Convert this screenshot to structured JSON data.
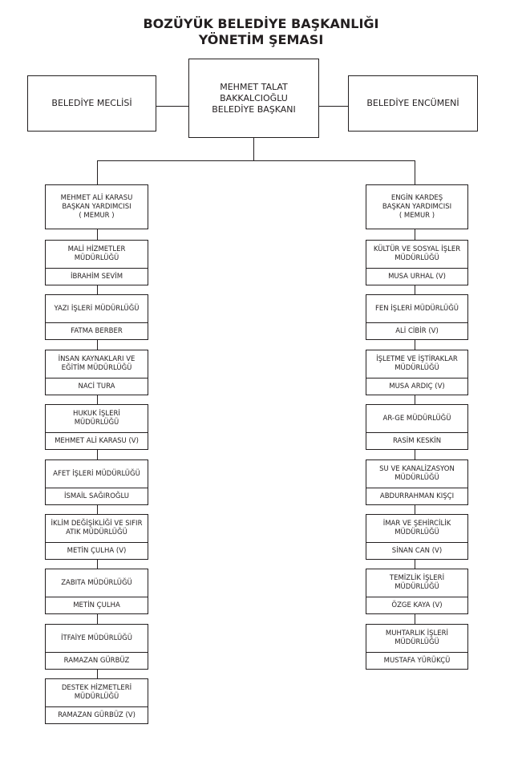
{
  "title_line1": "BOZÜYÜK BELEDİYE BAŞKANLIĞI",
  "title_line2": "YÖNETİM ŞEMASI",
  "mayor": {
    "line1": "MEHMET TALAT",
    "line2": "BAKKALCIOĞLU",
    "line3": "BELEDİYE BAŞKANI"
  },
  "council": "BELEDİYE MECLİSİ",
  "committee": "BELEDİYE ENCÜMENİ",
  "deputy_left": {
    "line1": "MEHMET ALİ KARASU",
    "line2": "BAŞKAN YARDIMCISI",
    "line3": "( MEMUR )"
  },
  "deputy_right": {
    "line1": "ENGİN KARDEŞ",
    "line2": "BAŞKAN YARDIMCISI",
    "line3": "( MEMUR )"
  },
  "left_depts": [
    {
      "name": [
        "MALİ HİZMETLER",
        "MÜDÜRLÜĞÜ"
      ],
      "head": "İBRAHİM SEVİM"
    },
    {
      "name": [
        "YAZI İŞLERİ MÜDÜRLÜĞÜ"
      ],
      "head": "FATMA BERBER"
    },
    {
      "name": [
        "İNSAN KAYNAKLARI VE",
        "EĞİTİM MÜDÜRLÜĞÜ"
      ],
      "head": "NACİ TURA"
    },
    {
      "name": [
        "HUKUK İŞLERİ",
        "MÜDÜRLÜĞÜ"
      ],
      "head": "MEHMET ALİ KARASU (V)"
    },
    {
      "name": [
        "AFET İŞLERİ MÜDÜRLÜĞÜ"
      ],
      "head": "İSMAİL SAĞIROĞLU"
    },
    {
      "name": [
        "İKLİM DEĞİŞİKLİĞİ VE SIFIR",
        "ATIK MÜDÜRLÜĞÜ"
      ],
      "head": "METİN ÇULHA (V)"
    },
    {
      "name": [
        "ZABITA MÜDÜRLÜĞÜ"
      ],
      "head": "METİN ÇULHA"
    },
    {
      "name": [
        "İTFAİYE MÜDÜRLÜĞÜ"
      ],
      "head": "RAMAZAN GÜRBÜZ"
    },
    {
      "name": [
        "DESTEK HİZMETLERİ",
        "MÜDÜRLÜĞÜ"
      ],
      "head": "RAMAZAN GÜRBÜZ (V)"
    }
  ],
  "right_depts": [
    {
      "name": [
        "KÜLTÜR VE SOSYAL İŞLER",
        "MÜDÜRLÜĞÜ"
      ],
      "head": "MUSA URHAL (V)"
    },
    {
      "name": [
        "FEN İŞLERİ MÜDÜRLÜĞÜ"
      ],
      "head": "ALİ CİBİR (V)"
    },
    {
      "name": [
        "İŞLETME VE İŞTİRAKLAR",
        "MÜDÜRLÜĞÜ"
      ],
      "head": "MUSA ARDIÇ (V)"
    },
    {
      "name": [
        "AR-GE MÜDÜRLÜĞÜ"
      ],
      "head": "RASİM KESKİN"
    },
    {
      "name": [
        "SU VE KANALİZASYON",
        "MÜDÜRLÜĞÜ"
      ],
      "head": "ABDURRAHMAN KIŞÇI"
    },
    {
      "name": [
        "İMAR VE ŞEHİRCİLİK",
        "MÜDÜRLÜĞÜ"
      ],
      "head": "SİNAN CAN (V)"
    },
    {
      "name": [
        "TEMİZLİK İŞLERİ",
        "MÜDÜRLÜĞÜ"
      ],
      "head": "ÖZGE KAYA (V)"
    },
    {
      "name": [
        "MUHTARLIK İŞLERİ",
        "MÜDÜRLÜĞÜ"
      ],
      "head": "MUSTAFA YÜRÜKÇÜ"
    }
  ]
}
